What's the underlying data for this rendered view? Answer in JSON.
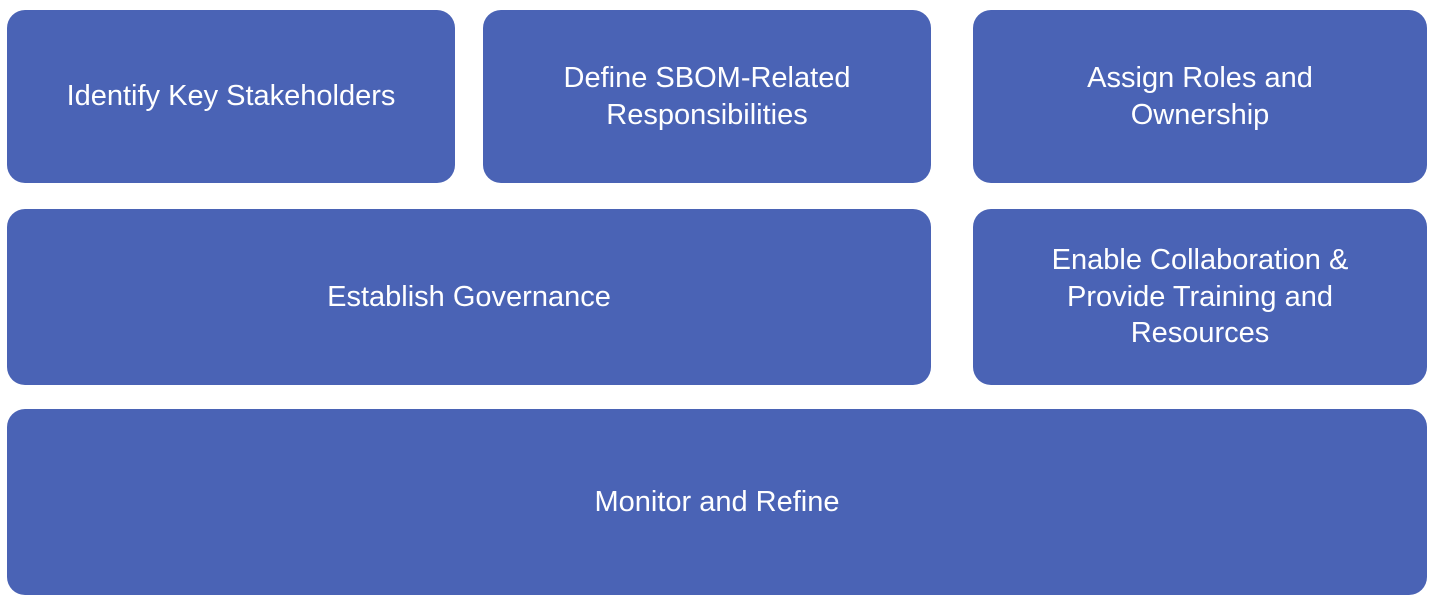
{
  "diagram": {
    "title": "SBOM governance process diagram",
    "colors": {
      "box_fill": "#4a63b5",
      "text": "#ffffff",
      "background": "#ffffff"
    },
    "boxes": [
      {
        "id": "identify-key-stakeholders",
        "label": "Identify Key Stakeholders"
      },
      {
        "id": "define-sbom-responsibilities",
        "label": "Define SBOM-Related Responsibilities"
      },
      {
        "id": "assign-roles-ownership",
        "label": "Assign Roles and Ownership"
      },
      {
        "id": "establish-governance",
        "label": "Establish Governance"
      },
      {
        "id": "enable-collaboration-training",
        "label": "Enable Collaboration & Provide Training and Resources"
      },
      {
        "id": "monitor-and-refine",
        "label": "Monitor and Refine"
      }
    ]
  }
}
